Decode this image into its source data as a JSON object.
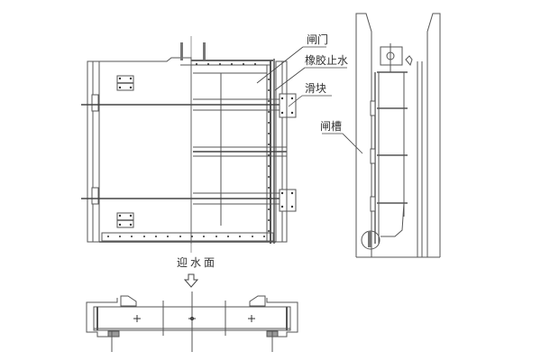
{
  "diagram": {
    "type": "sluice-gate-engineering-drawing",
    "views": [
      "front-elevation",
      "side-section",
      "plan-section"
    ],
    "labels": {
      "gate": "闸门",
      "rubber_seal": "橡胶止水",
      "slider": "滑块",
      "gate_slot": "闸槽",
      "upstream_face": "迎水面"
    },
    "colors": {
      "line": "#444444",
      "background": "#ffffff"
    }
  }
}
